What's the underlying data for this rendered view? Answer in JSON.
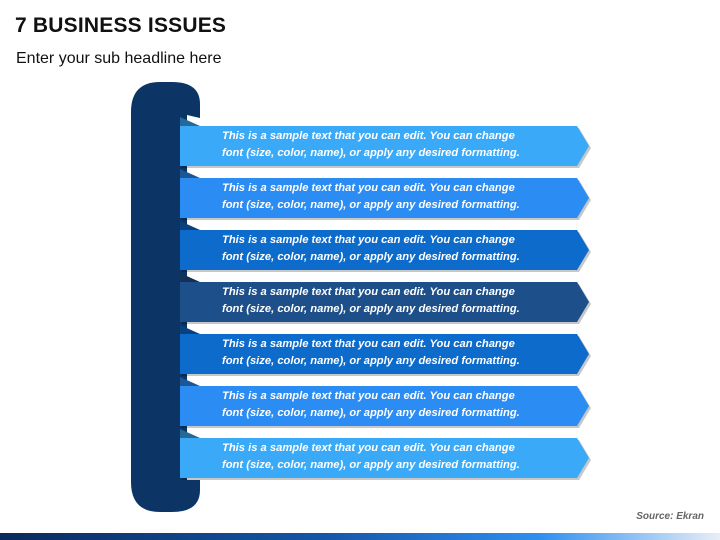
{
  "header": {
    "title": "7 BUSINESS ISSUES",
    "subtitle": "Enter your sub headline here"
  },
  "issues": [
    {
      "text_line1": "This is a sample text that you can edit. You can change",
      "text_line2": "font (size, color, name), or apply any desired formatting.",
      "color": "#3aaaf8"
    },
    {
      "text_line1": "This is a sample text that you can edit. You can change",
      "text_line2": "font (size, color, name), or apply any desired formatting.",
      "color": "#2b8cf3"
    },
    {
      "text_line1": "This is a sample text that you can edit. You can change",
      "text_line2": "font (size, color, name), or apply any desired formatting.",
      "color": "#0d6bcb"
    },
    {
      "text_line1": "This is a sample text that you can edit. You can change",
      "text_line2": "font (size, color, name), or apply any desired formatting.",
      "color": "#1d4f8a"
    },
    {
      "text_line1": "This is a sample text that you can edit. You can change",
      "text_line2": "font (size, color, name), or apply any desired formatting.",
      "color": "#0d6bcb"
    },
    {
      "text_line1": "This is a sample text that you can edit. You can change",
      "text_line2": "font (size, color, name), or apply any desired formatting.",
      "color": "#2b8cf3"
    },
    {
      "text_line1": "This is a sample text that you can edit. You can change",
      "text_line2": "font (size, color, name), or apply any desired formatting.",
      "color": "#3aaaf8"
    }
  ],
  "bracket_color": "#0c3566",
  "source": "Source: Ekran"
}
